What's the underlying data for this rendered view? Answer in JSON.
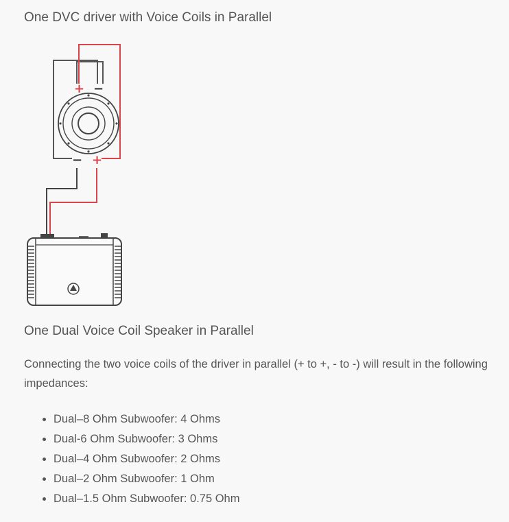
{
  "diagram": {
    "title": "One DVC driver with Voice Coils in Parallel",
    "terminal_symbols": {
      "top_positive": "+",
      "top_negative": "−",
      "bottom_negative": "−",
      "bottom_positive": "+"
    },
    "colors": {
      "positive_wire": "#d9454a",
      "negative_wire": "#555555",
      "device_outline": "#444444"
    },
    "icons": [
      "subwoofer-icon",
      "amplifier-icon"
    ]
  },
  "section": {
    "heading": "One Dual Voice Coil Speaker in Parallel",
    "paragraph": "Connecting the two voice coils of the driver in parallel (+ to +, - to -) will result in the following impedances:",
    "impedances": [
      "Dual–8 Ohm Subwoofer: 4 Ohms",
      "Dual-6 Ohm Subwoofer: 3 Ohms",
      "Dual–4 Ohm Subwoofer: 2 Ohms",
      "Dual–2 Ohm Subwoofer: 1 Ohm",
      "Dual–1.5 Ohm Subwoofer: 0.75 Ohm"
    ]
  }
}
